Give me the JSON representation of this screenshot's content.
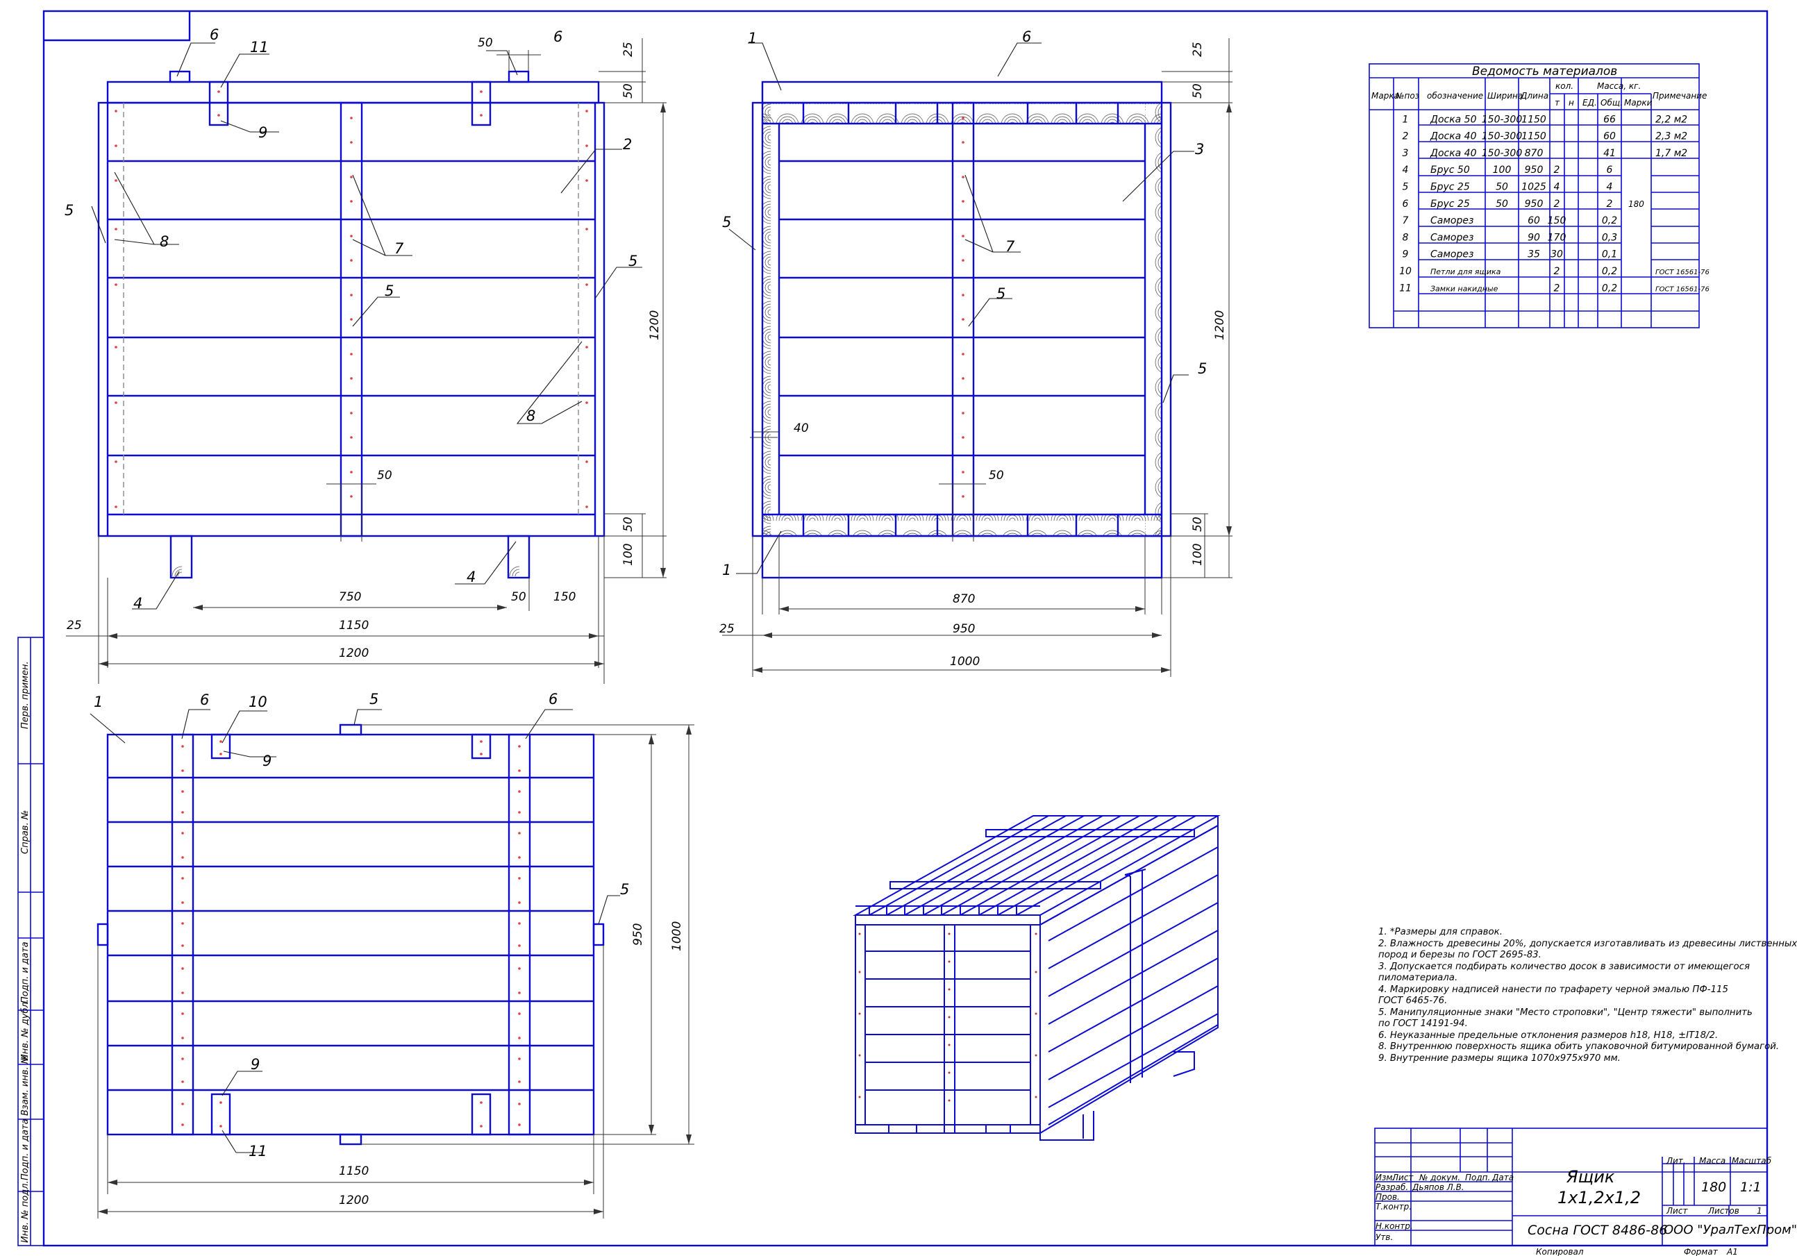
{
  "sheet": {
    "title": "Ящик",
    "size": "1х1,2х1,2",
    "material": "Сосна ГОСТ 8486-86",
    "mass": "180",
    "scale": "1:1",
    "sheet_no": "1",
    "company": "ООО \"УралТехПром\"",
    "copied": "Копировал",
    "format": "Формат",
    "format_value": "А1"
  },
  "title_block": {
    "col_change": "Изм.",
    "col_sheet": "Лист",
    "col_doc": "№ докум.",
    "col_sign": "Подп.",
    "col_date": "Дата",
    "developer_role": "Разраб.",
    "developer_name": "Дьяпов Л.В.",
    "checker": "Пров.",
    "tcontrol": "Т.контр.",
    "ncontrol": "Н.контр.",
    "approved": "Утв.",
    "lit": "Лит.",
    "mass_label": "Масса",
    "scale_label": "Масштаб",
    "sheet_label": "Лист",
    "sheets_label": "Листов"
  },
  "side_stamps": [
    "Перв. примен.",
    "Справ. №",
    "Подп. и дата",
    "Инв. № дубл.",
    "Взам. инв. №",
    "Подп. и дата",
    "Инв. № подл."
  ],
  "bom": {
    "title": "Ведомость материалов",
    "headers": {
      "mark": "Марка",
      "pos": "№поз",
      "designation": "обозначение",
      "width": "Ширина",
      "length": "Длина",
      "qty": "кол.",
      "qty_t": "т",
      "qty_n": "н",
      "mass": "Масса, кг.",
      "mass_unit": "ЕД.",
      "mass_total": "Общ.",
      "mass_mark": "Марки",
      "note": "Примечание"
    },
    "mark_mass": "180",
    "rows": [
      {
        "pos": "1",
        "name": "Доска  50",
        "width": "150-300",
        "length": "1150",
        "qty": "",
        "unit": "",
        "total": "66",
        "note": "2,2 м2"
      },
      {
        "pos": "2",
        "name": "Доска  40",
        "width": "150-300",
        "length": "1150",
        "qty": "",
        "unit": "",
        "total": "60",
        "note": "2,3 м2"
      },
      {
        "pos": "3",
        "name": "Доска  40",
        "width": "150-300",
        "length": "870",
        "qty": "",
        "unit": "",
        "total": "41",
        "note": "1,7 м2"
      },
      {
        "pos": "4",
        "name": "Брус  50",
        "width": "100",
        "length": "950",
        "qty": "2",
        "unit": "",
        "total": "6",
        "note": ""
      },
      {
        "pos": "5",
        "name": "Брус  25",
        "width": "50",
        "length": "1025",
        "qty": "4",
        "unit": "",
        "total": "4",
        "note": ""
      },
      {
        "pos": "6",
        "name": "Брус  25",
        "width": "50",
        "length": "950",
        "qty": "2",
        "unit": "",
        "total": "2",
        "note": ""
      },
      {
        "pos": "7",
        "name": "Саморез",
        "width": "",
        "length": "60",
        "qty": "150",
        "unit": "",
        "total": "0,2",
        "note": ""
      },
      {
        "pos": "8",
        "name": "Саморез",
        "width": "",
        "length": "90",
        "qty": "170",
        "unit": "",
        "total": "0,3",
        "note": ""
      },
      {
        "pos": "9",
        "name": "Саморез",
        "width": "",
        "length": "35",
        "qty": "30",
        "unit": "",
        "total": "0,1",
        "note": ""
      },
      {
        "pos": "10",
        "name": "Петли для ящика",
        "width": "",
        "length": "",
        "qty": "2",
        "unit": "",
        "total": "0,2",
        "note": "ГОСТ 16561-76"
      },
      {
        "pos": "11",
        "name": "Замки накидные",
        "width": "",
        "length": "",
        "qty": "2",
        "unit": "",
        "total": "0,2",
        "note": "ГОСТ 16561-76"
      }
    ]
  },
  "notes": [
    "1. *Размеры для справок.",
    "2. Влажность древесины 20%, допускается изготавливать из древесины лиственных",
    "    пород и березы по ГОСТ 2695-83.",
    "3. Допускается подбирать количество досок в зависимости от имеющегося",
    "    пиломатериала.",
    "4. Маркировку надписей нанести по трафарету черной эмалью ПФ-115",
    "    ГОСТ 6465-76.",
    "5. Манипуляционные знаки \"Место строповки\", \"Центр тяжести\" выполнить",
    "    по ГОСТ 14191-94.",
    "6. Неуказанные предельные отклонения размеров h18, H18, ±IT18/2.",
    "8. Внутреннюю поверхность ящика обить упаковочной битумированной бумагой.",
    "9. Внутренние размеры ящика 1070х975х970 мм."
  ],
  "views": {
    "front": {
      "callouts": [
        "6",
        "11",
        "9",
        "6",
        "5",
        "8",
        "7",
        "2",
        "5",
        "5",
        "8",
        "4",
        "4"
      ],
      "dims": [
        "50",
        "25",
        "50",
        "1200",
        "50",
        "100",
        "50",
        "750",
        "50",
        "150",
        "25",
        "1150",
        "1200"
      ]
    },
    "side": {
      "callouts": [
        "1",
        "6",
        "5",
        "3",
        "7",
        "5",
        "5",
        "1"
      ],
      "dims": [
        "25",
        "50",
        "1200",
        "40",
        "50",
        "50",
        "100",
        "870",
        "25",
        "950",
        "1000"
      ]
    },
    "top": {
      "callouts": [
        "1",
        "6",
        "10",
        "5",
        "6",
        "9",
        "5",
        "9",
        "11"
      ],
      "dims": [
        "950",
        "1000",
        "1150",
        "1200"
      ]
    }
  },
  "colors": {
    "lines": "#0a0ad2",
    "text": "#000000",
    "leaders": "#1a1a1a",
    "screws": "#e02020"
  }
}
